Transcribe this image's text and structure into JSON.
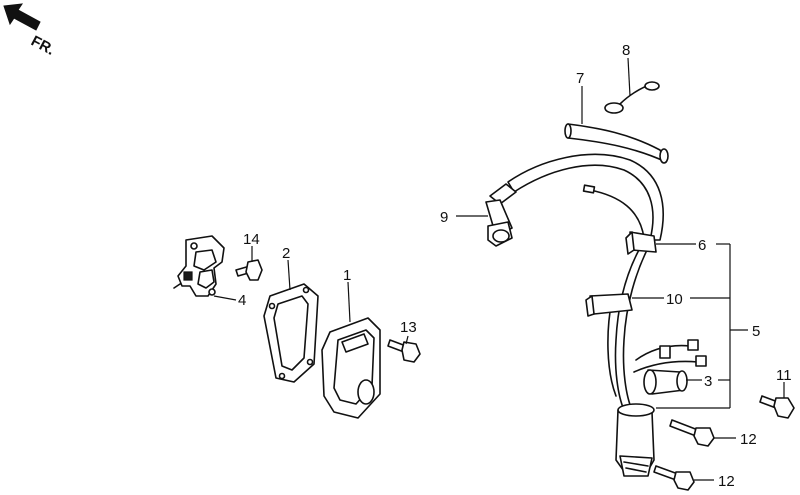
{
  "orientation": {
    "label": "FR.",
    "icon": "front-direction-arrow-icon"
  },
  "callouts": {
    "p1": "1",
    "p2": "2",
    "p3": "3",
    "p4": "4",
    "p5": "5",
    "p6": "6",
    "p7": "7",
    "p8": "8",
    "p9": "9",
    "p10": "10",
    "p11": "11",
    "p12a": "12",
    "p12b": "12",
    "p13": "13",
    "p14": "14"
  }
}
